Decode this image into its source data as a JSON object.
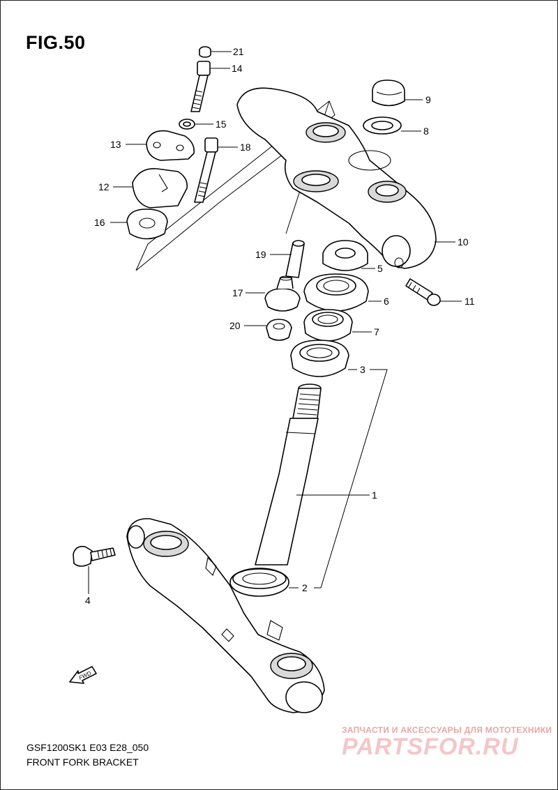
{
  "figure": {
    "title": "FIG.50",
    "model_code": "GSF1200SK1  E03  E28_050",
    "caption": "FRONT FORK BRACKET"
  },
  "callouts": [
    {
      "id": "21",
      "label": "21"
    },
    {
      "id": "14",
      "label": "14"
    },
    {
      "id": "9",
      "label": "9"
    },
    {
      "id": "15",
      "label": "15"
    },
    {
      "id": "8",
      "label": "8"
    },
    {
      "id": "13",
      "label": "13"
    },
    {
      "id": "18",
      "label": "18"
    },
    {
      "id": "12",
      "label": "12"
    },
    {
      "id": "16",
      "label": "16"
    },
    {
      "id": "10",
      "label": "10"
    },
    {
      "id": "19",
      "label": "19"
    },
    {
      "id": "5",
      "label": "5"
    },
    {
      "id": "17",
      "label": "17"
    },
    {
      "id": "6",
      "label": "6"
    },
    {
      "id": "11",
      "label": "11"
    },
    {
      "id": "20",
      "label": "20"
    },
    {
      "id": "7",
      "label": "7"
    },
    {
      "id": "3",
      "label": "3"
    },
    {
      "id": "1",
      "label": "1"
    },
    {
      "id": "4",
      "label": "4"
    },
    {
      "id": "2",
      "label": "2"
    }
  ],
  "fwd_marker": "FWD",
  "watermark": {
    "subtitle": "ЗАПЧАСТИ И АКСЕССУАРЫ ДЛЯ МОТОТЕХНИКИ",
    "brand": "PARTSFOR.RU",
    "color": "#f4c6c8"
  }
}
